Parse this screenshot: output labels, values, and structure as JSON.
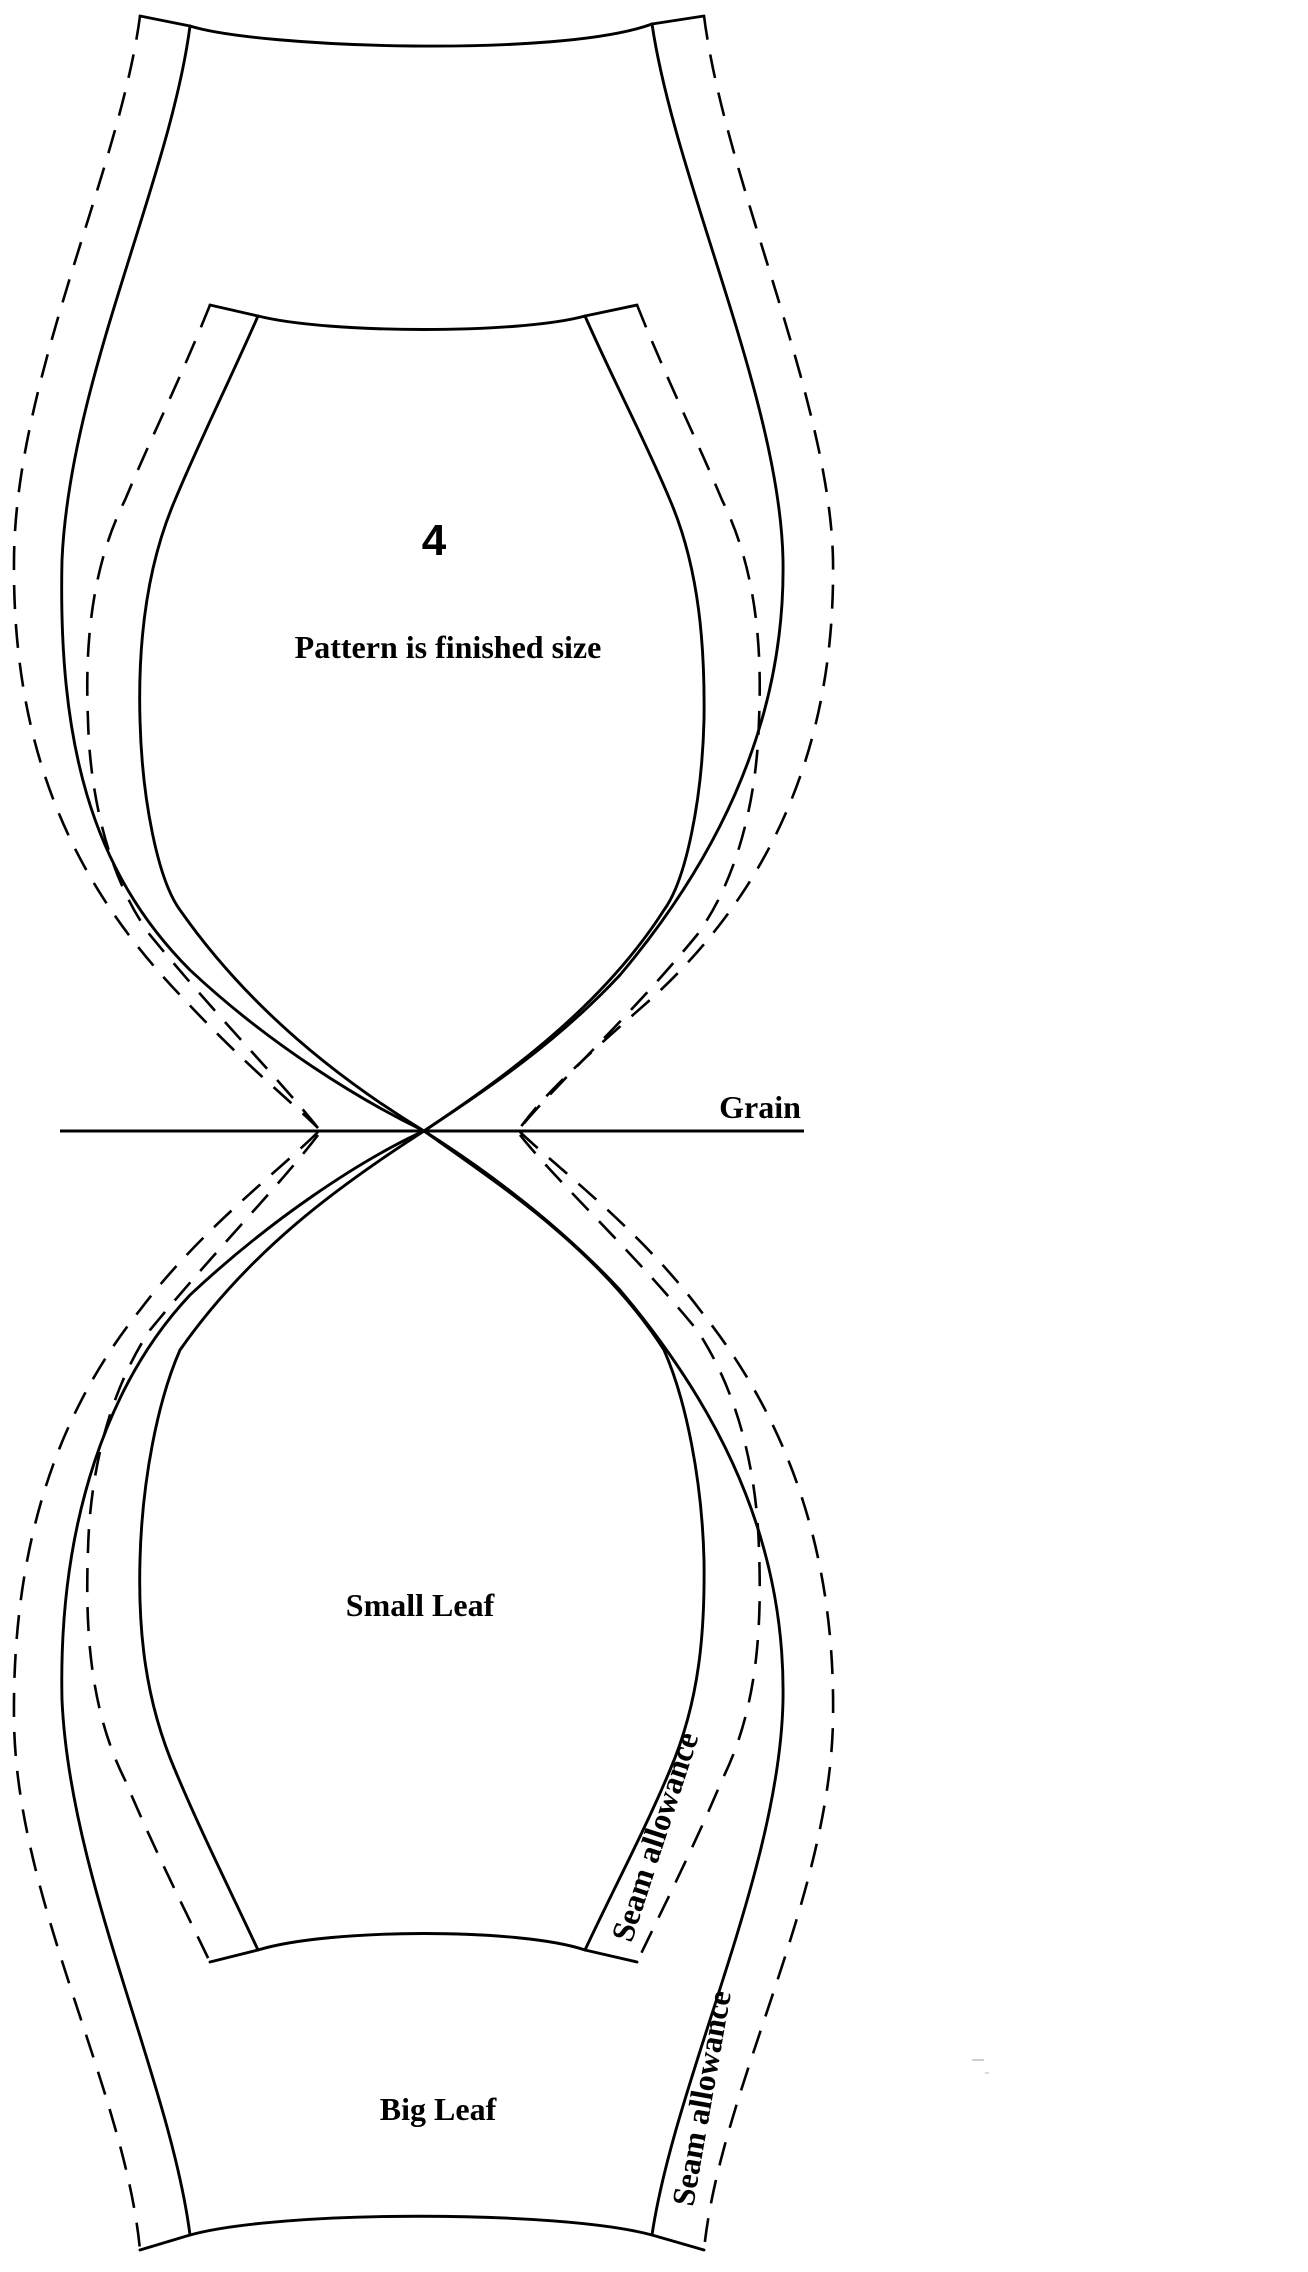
{
  "pattern_number": "4",
  "note": "Pattern is finished size",
  "grain_label": "Grain",
  "pieces": {
    "small_leaf": "Small Leaf",
    "big_leaf": "Big Leaf"
  },
  "seam_allowance_label": "Seam allowance"
}
